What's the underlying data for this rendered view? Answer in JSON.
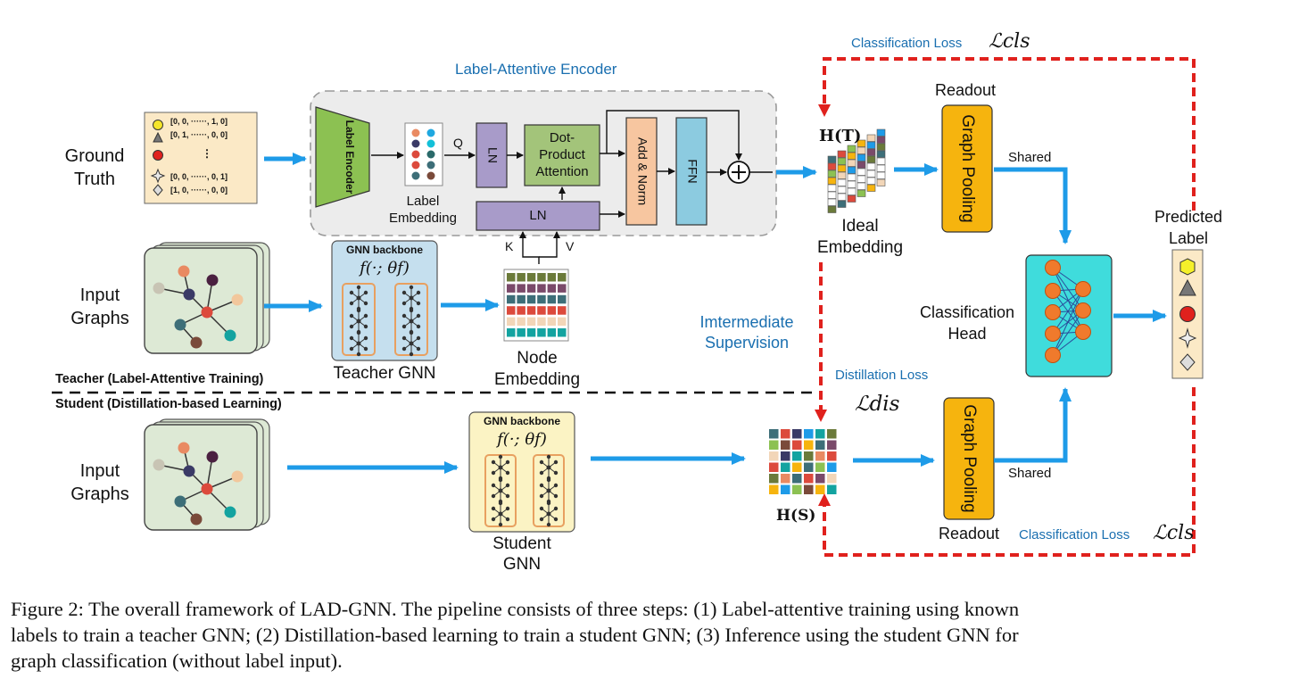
{
  "encoder": {
    "title": "Label-Attentive Encoder",
    "label_encoder": "Label Encoder",
    "label_embedding": "Label Embedding",
    "ln1": "LN",
    "ln2": "LN",
    "dot_attention": "Dot-Product Attention",
    "add_norm": "Add & Norm",
    "ffn": "FFN",
    "q": "Q",
    "k": "K",
    "v": "V"
  },
  "ground_truth": {
    "label": "Ground Truth",
    "vectors": [
      "[0, 0, ······, 1, 0]",
      "[0, 1, ······, 0, 0]",
      "⋮",
      "[0, 0, ······, 0, 1]",
      "[1, 0, ······, 0, 0]"
    ]
  },
  "teacher": {
    "input_graphs": "Input Graphs",
    "backbone_title": "GNN backbone",
    "backbone_formula": "f(·; θf)",
    "gnn_name": "Teacher GNN",
    "node_embedding": "Node Embedding",
    "section_label": "Teacher (Label-Attentive Training)"
  },
  "student": {
    "section_label": "Student (Distillation-based Learning)",
    "input_graphs": "Input Graphs",
    "backbone_title": "GNN backbone",
    "backbone_formula": "f(·; θf)",
    "gnn_name": "Student GNN",
    "h_label": "H(S)"
  },
  "ideal": {
    "h_label": "H(T)",
    "label": "Ideal Embedding"
  },
  "pooling": {
    "top_readout": "Readout",
    "bottom_readout": "Readout",
    "graph_pooling": "Graph Pooling",
    "shared_top": "Shared",
    "shared_bottom": "Shared"
  },
  "head": {
    "label": "Classification Head",
    "predicted_label": "Predicted Label"
  },
  "losses": {
    "cls_top": "Classification Loss",
    "cls_bottom": "Classification Loss",
    "cls_symbol": "ℒcls",
    "distill": "Distillation Loss",
    "dis_symbol": "ℒdis",
    "intermediate": "Imtermediate Supervision"
  },
  "caption": [
    "Figure 2: The overall framework of LAD-GNN. The pipeline consists of three steps: (1) Label-attentive training using known",
    "labels to train a teacher GNN; (2) Distillation-based learning to train a student GNN; (3) Inference using the student GNN for",
    "graph classification (without label input)."
  ],
  "colors": {
    "arrow_blue": "#1e9be8",
    "loss_red": "#e0211d",
    "pooling_orange": "#f6b40e",
    "head_cyan": "#3fdcdc",
    "neuron_orange": "#f07a2c",
    "encoder_green": "#8cc152",
    "ln_purple": "#a89bc9",
    "addnorm_peach": "#f7c6a0",
    "ffn_blue": "#8ccbe0"
  }
}
